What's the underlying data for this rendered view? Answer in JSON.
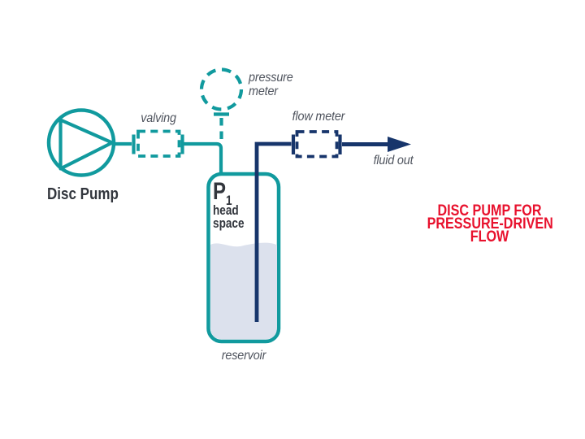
{
  "diagram": {
    "heading": {
      "lines": [
        "DISC PUMP FOR",
        "PRESSURE-DRIVEN",
        "FLOW"
      ],
      "color": "#e8112d"
    },
    "pump": {
      "label": "Disc Pump"
    },
    "valve": {
      "label": "valving"
    },
    "pressure_meter": {
      "label": "pressure meter"
    },
    "flow_meter": {
      "label": "flow meter"
    },
    "fluid_out": {
      "label": "fluid out"
    },
    "reservoir": {
      "label": "reservoir",
      "pressure_symbol": "P",
      "pressure_subscript": "1",
      "headspace_label": "head space"
    },
    "colors": {
      "teal": "#119a9e",
      "navy": "#17356b",
      "label_gray": "#4f545e",
      "dark_text": "#32363d",
      "red": "#e8112d",
      "liquid_fill": "#dce1ed"
    }
  }
}
